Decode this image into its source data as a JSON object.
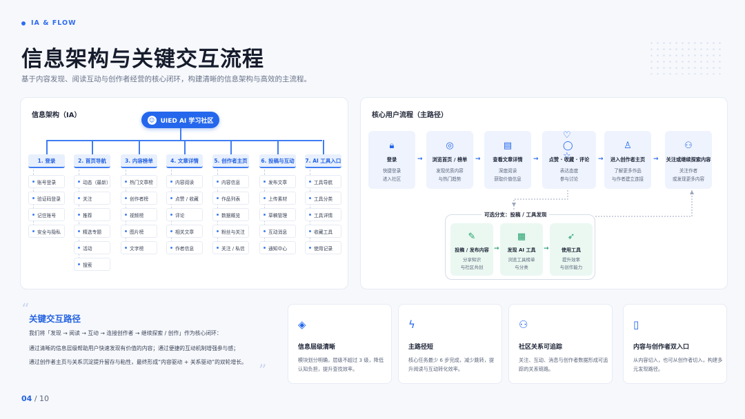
{
  "header": {
    "section_tag": "IA & FLOW",
    "title": "信息架构与关键交互流程",
    "subtitle": "基于内容发现、阅读互动与创作者经营的核心闭环，构建清晰的信息架构与高效的主流程。"
  },
  "ia": {
    "title": "信息架构（IA）",
    "root": "UIED AI 学习社区",
    "columns": [
      {
        "label": "1. 登录",
        "items": [
          "账号登录",
          "验证码登录",
          "记住账号",
          "安全与隐私"
        ]
      },
      {
        "label": "2. 首页导航",
        "items": [
          "动态（最新）",
          "关注",
          "推荐",
          "精选专题",
          "活动",
          "搜索"
        ]
      },
      {
        "label": "3. 内容榜单",
        "items": [
          "热门文章榜",
          "创作者榜",
          "视频榜",
          "图片榜",
          "文字榜"
        ]
      },
      {
        "label": "4. 文章详情",
        "items": [
          "内容阅读",
          "点赞 / 收藏",
          "评论",
          "相关文章",
          "作者信息"
        ]
      },
      {
        "label": "5. 创作者主页",
        "items": [
          "内容信息",
          "作品列表",
          "数据概览",
          "粉丝与关注",
          "关注 / 私信"
        ]
      },
      {
        "label": "6. 投稿与互动",
        "items": [
          "发布文章",
          "上传素材",
          "草稿管理",
          "互动消息",
          "通知中心"
        ]
      },
      {
        "label": "7. AI 工具入口",
        "items": [
          "工具导航",
          "工具分类",
          "工具详情",
          "收藏工具",
          "使用记录"
        ]
      }
    ]
  },
  "flow": {
    "title": "核心用户流程（主路径）",
    "steps": [
      {
        "icon": "lock-icon",
        "title": "登录",
        "desc": [
          "快捷登录",
          "进入社区"
        ]
      },
      {
        "icon": "compass-icon",
        "title": "浏览首页 / 榜单",
        "desc": [
          "发现优质内容",
          "与热门趋势"
        ]
      },
      {
        "icon": "document-icon",
        "title": "查看文章详情",
        "desc": [
          "深度阅读",
          "获取价值信息"
        ]
      },
      {
        "icon": "heart-comment-star-icon",
        "title": "点赞 · 收藏 · 评论",
        "desc": [
          "表达态度",
          "参与讨论"
        ]
      },
      {
        "icon": "user-icon",
        "title": "进入创作者主页",
        "desc": [
          "了解更多作品",
          "与作者建立连接"
        ]
      },
      {
        "icon": "users-icon",
        "title": "关注或继续探索内容",
        "desc": [
          "关注作者",
          "或发现更多内容"
        ]
      }
    ],
    "branch_label": "可选分支：投稿 / 工具发现",
    "branch_steps": [
      {
        "icon": "pen-icon",
        "title": "投稿 / 发布内容",
        "desc": [
          "分享知识",
          "与社区共创"
        ]
      },
      {
        "icon": "grid-icon",
        "title": "发现 AI 工具",
        "desc": [
          "浏览工具榜单",
          "与分类"
        ]
      },
      {
        "icon": "rocket-icon",
        "title": "使用工具",
        "desc": [
          "提升效率",
          "与创作能力"
        ]
      }
    ]
  },
  "key_path": {
    "title": "关键交互路径",
    "lines": [
      "我们将「发现 → 阅读 → 互动 → 连接创作者 → 继续探索 / 创作」作为核心闭环：",
      "通过清晰的信息层级帮助用户快速发现有价值的内容；通过便捷的互动机制增强参与感；",
      "通过创作者主页与关系沉淀提升留存与粘性，最终形成“内容驱动 + 关系驱动”的双轮增长。"
    ]
  },
  "features": [
    {
      "icon": "layers-icon",
      "title": "信息层级清晰",
      "desc": "模块划分明确，层级不超过 3 级，降低认知负担，提升查找效率。"
    },
    {
      "icon": "lightning-icon",
      "title": "主路径短",
      "desc": "核心任务最少 6 步完成，减少跳转，提升阅读与互动转化效率。"
    },
    {
      "icon": "users-icon",
      "title": "社区关系可追踪",
      "desc": "关注、互动、消息与创作者数据形成可追踪的关系链路。"
    },
    {
      "icon": "book-icon",
      "title": "内容与创作者双入口",
      "desc": "从内容切入，也可从创作者切入，构建多元发现路径。"
    }
  ],
  "pagination": {
    "current": "04",
    "total": "/ 10"
  },
  "colors": {
    "accent": "#2467ec",
    "green": "#22a06b"
  }
}
